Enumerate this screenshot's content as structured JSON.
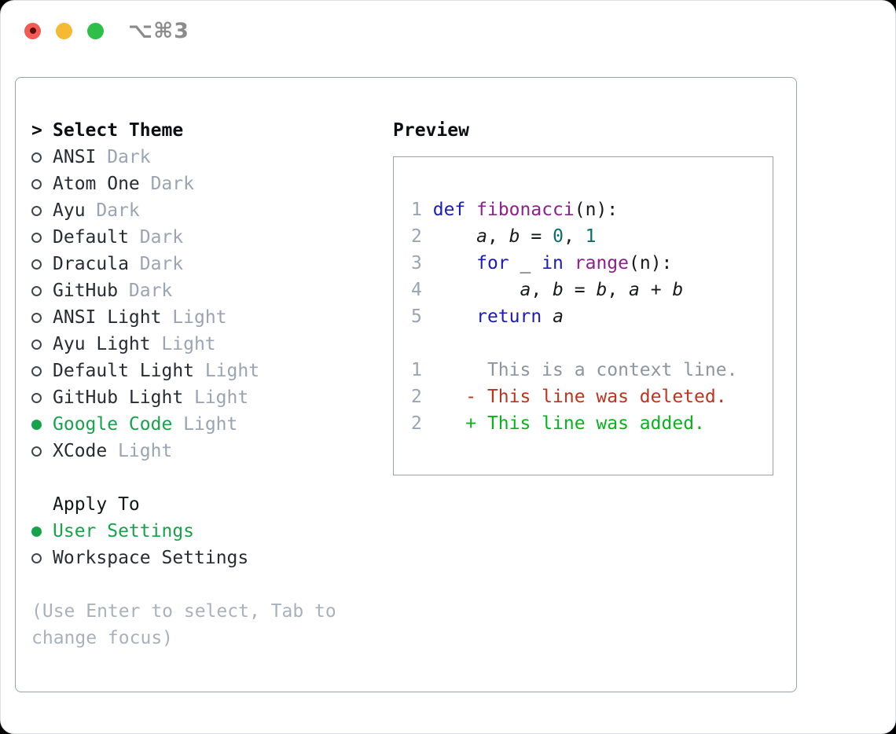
{
  "window": {
    "shortcut": "⌥⌘3",
    "traffic_lights": [
      "close-button",
      "minimize-button",
      "zoom-button"
    ]
  },
  "colors": {
    "accent_green": "#16a34a",
    "keyword_blue": "#1b1cb6",
    "function_purple": "#8e1f8e",
    "number_teal": "#0b6e6e",
    "diff_deleted_red": "#bd3420",
    "diff_added_green": "#08b31d",
    "muted_gray": "#9aa4b2",
    "traffic_red": "#f25c54",
    "traffic_yellow": "#f6b933",
    "traffic_green": "#2fbf49"
  },
  "theme_panel": {
    "prompt": ">",
    "header": "Select Theme",
    "themes": [
      {
        "name": "ANSI",
        "variant": "Dark",
        "selected": false
      },
      {
        "name": "Atom One",
        "variant": "Dark",
        "selected": false
      },
      {
        "name": "Ayu",
        "variant": "Dark",
        "selected": false
      },
      {
        "name": "Default",
        "variant": "Dark",
        "selected": false
      },
      {
        "name": "Dracula",
        "variant": "Dark",
        "selected": false
      },
      {
        "name": "GitHub",
        "variant": "Dark",
        "selected": false
      },
      {
        "name": "ANSI Light",
        "variant": "Light",
        "selected": false
      },
      {
        "name": "Ayu Light",
        "variant": "Light",
        "selected": false
      },
      {
        "name": "Default Light",
        "variant": "Light",
        "selected": false
      },
      {
        "name": "GitHub Light",
        "variant": "Light",
        "selected": false
      },
      {
        "name": "Google Code",
        "variant": "Light",
        "selected": true
      },
      {
        "name": "XCode",
        "variant": "Light",
        "selected": false
      }
    ],
    "apply_to": {
      "header": "Apply To",
      "options": [
        {
          "name": "User Settings",
          "selected": true
        },
        {
          "name": "Workspace Settings",
          "selected": false
        }
      ]
    },
    "hint": "(Use Enter to select, Tab to change focus)"
  },
  "preview": {
    "header": "Preview",
    "code_lines": [
      {
        "num": "1",
        "tokens": [
          {
            "t": " ",
            "c": "p"
          },
          {
            "t": "def",
            "c": "k"
          },
          {
            "t": " ",
            "c": "p"
          },
          {
            "t": "fibonacci",
            "c": "f"
          },
          {
            "t": "(n):",
            "c": "p"
          }
        ]
      },
      {
        "num": "2",
        "tokens": [
          {
            "t": "     ",
            "c": "p"
          },
          {
            "t": "a",
            "c": "v"
          },
          {
            "t": ", ",
            "c": "p"
          },
          {
            "t": "b",
            "c": "v"
          },
          {
            "t": " = ",
            "c": "p"
          },
          {
            "t": "0",
            "c": "n"
          },
          {
            "t": ", ",
            "c": "p"
          },
          {
            "t": "1",
            "c": "n"
          }
        ]
      },
      {
        "num": "3",
        "tokens": [
          {
            "t": "     ",
            "c": "p"
          },
          {
            "t": "for",
            "c": "k"
          },
          {
            "t": " _ ",
            "c": "p"
          },
          {
            "t": "in",
            "c": "k"
          },
          {
            "t": " ",
            "c": "p"
          },
          {
            "t": "range",
            "c": "f"
          },
          {
            "t": "(n):",
            "c": "p"
          }
        ]
      },
      {
        "num": "4",
        "tokens": [
          {
            "t": "         ",
            "c": "p"
          },
          {
            "t": "a",
            "c": "v"
          },
          {
            "t": ", ",
            "c": "p"
          },
          {
            "t": "b",
            "c": "v"
          },
          {
            "t": " = ",
            "c": "p"
          },
          {
            "t": "b",
            "c": "v"
          },
          {
            "t": ", ",
            "c": "p"
          },
          {
            "t": "a",
            "c": "v"
          },
          {
            "t": " + ",
            "c": "p"
          },
          {
            "t": "b",
            "c": "v"
          }
        ]
      },
      {
        "num": "5",
        "tokens": [
          {
            "t": "     ",
            "c": "p"
          },
          {
            "t": "return",
            "c": "k"
          },
          {
            "t": " ",
            "c": "p"
          },
          {
            "t": "a",
            "c": "v"
          }
        ]
      }
    ],
    "diff_lines": [
      {
        "num": "1",
        "tokens": [
          {
            "t": "      This is a context line.",
            "c": "c"
          }
        ]
      },
      {
        "num": "2",
        "tokens": [
          {
            "t": "    - This line was deleted.",
            "c": "d"
          }
        ]
      },
      {
        "num": "2",
        "tokens": [
          {
            "t": "    + This line was added.",
            "c": "a"
          }
        ]
      }
    ]
  }
}
